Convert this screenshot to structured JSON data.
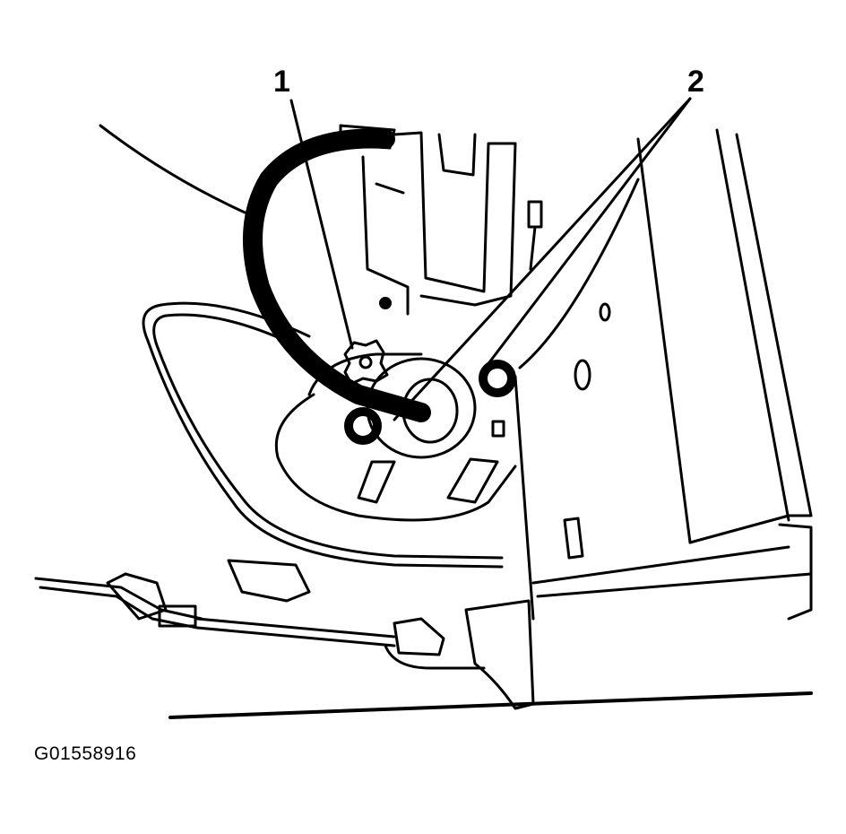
{
  "callouts": [
    {
      "id": "1",
      "label": "1"
    },
    {
      "id": "2",
      "label": "2"
    }
  ],
  "figure_code": "G01558916",
  "colors": {
    "ink": "#000000",
    "paper": "#ffffff"
  }
}
